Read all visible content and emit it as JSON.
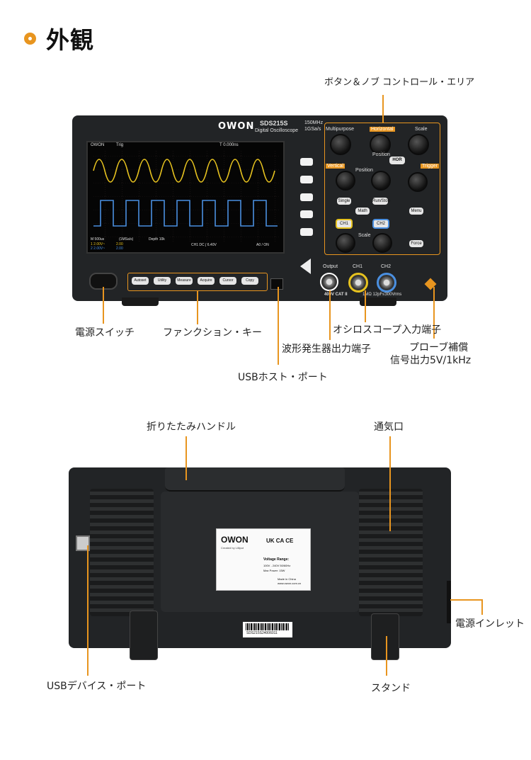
{
  "title": "外観",
  "colors": {
    "accent": "#e8951f",
    "device": "#222426",
    "ch1": "#e6c21f",
    "ch2": "#4a8fe0"
  },
  "front": {
    "model": "SDS215S",
    "model_desc": "Digital Oscilloscope",
    "spec_bw": "150MHz",
    "spec_rate": "1GSa/s",
    "brand": "OWON",
    "screen": {
      "trig": "Trig",
      "time": "T 0.000ns",
      "timebase": "M 500us",
      "sample": "(1MSa/s)",
      "depth": "Depth 10k",
      "trigger_info": "CH1 DC ∫ 6.40V",
      "ch1_scale": "1 2.00V~",
      "ch1_val": "2.00",
      "ch2_scale": "2 2.00V~",
      "ch2_val": "2.00",
      "status": "A0 / ON"
    },
    "panel": {
      "multipurpose": "Multipurpose",
      "horizontal": "Horizontal",
      "scale_top": "Scale",
      "position_h": "Position",
      "hor": "HOR",
      "vertical": "Vertical",
      "trigger": "Trigger",
      "position_v": "Position",
      "single": "Single",
      "run_stop": "Run/Stop",
      "math": "Math",
      "menu": "Menu",
      "ch1": "CH1",
      "ch2": "CH2",
      "scale_v": "Scale",
      "force": "Force",
      "output": "Output",
      "in_ch1": "CH1",
      "in_ch2": "CH2",
      "rating": "400V CAT II",
      "impedance": "1MΩ 12pF≤300Vrms"
    },
    "function_keys": [
      "Autoset",
      "Utility",
      "Measure",
      "Acquire",
      "Cursor",
      "Copy"
    ]
  },
  "labels": {
    "button_knob_area": "ボタン＆ノブ コントロール・エリア",
    "power_switch": "電源スイッチ",
    "function_keys": "ファンクション・キー",
    "scope_input": "オシロスコープ入力端子",
    "awg_output": "波形発生器出力端子",
    "probe_comp_1": "プローブ補償",
    "probe_comp_2": "信号出力5V/1kHz",
    "usb_host": "USBホスト・ポート",
    "handle": "折りたたみハンドル",
    "vent": "通気口",
    "power_inlet": "電源インレット",
    "usb_device": "USBデバイス・ポート",
    "stand": "スタンド"
  },
  "rear": {
    "brand": "OWON",
    "brand_sub": "Created by Lilliput",
    "marks": "UK CA  CE",
    "voltage_range_label": "Voltage Range:",
    "voltage_range": "100V - 240V   50/60Hz",
    "max_power": "Max Power:   15W",
    "made_in": "Made in China",
    "website": "www.owon.com.cn",
    "serial": "SDS215S24006011"
  }
}
